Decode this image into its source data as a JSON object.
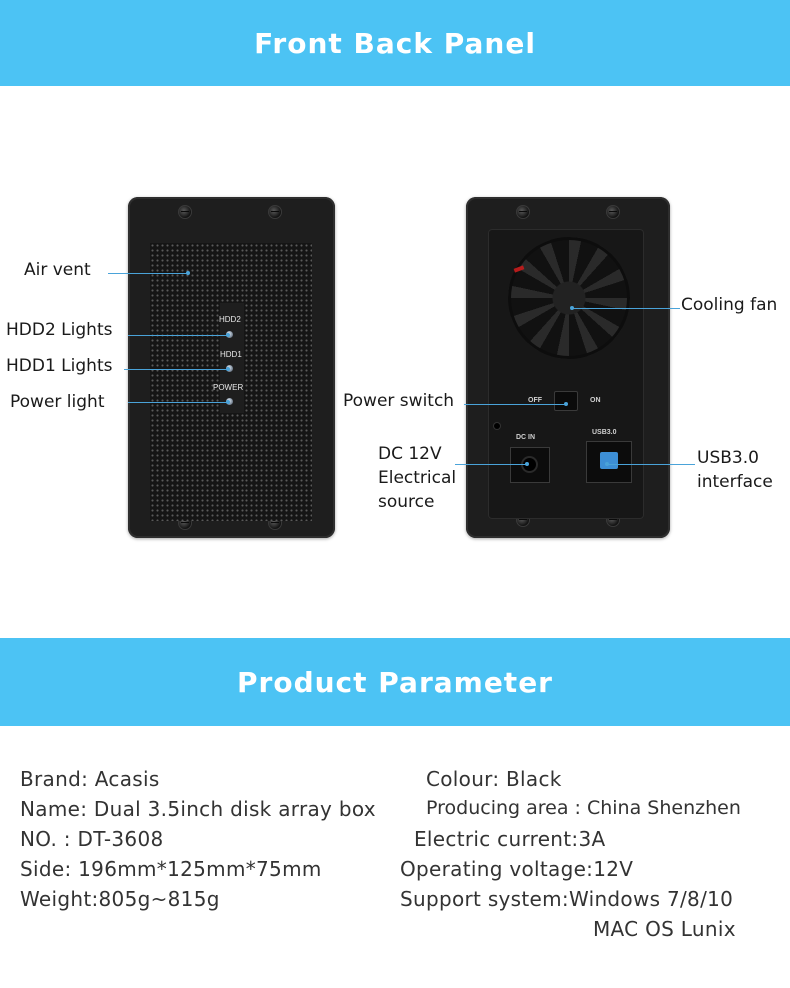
{
  "top_banner": {
    "title": "Front  Back Panel"
  },
  "front_panel": {
    "led_labels": {
      "hdd2": "HDD2",
      "hdd1": "HDD1",
      "power": "POWER"
    },
    "callouts": {
      "air_vent": "Air vent",
      "hdd2_lights": "HDD2 Lights",
      "hdd1_lights": "HDD1 Lights",
      "power_light": "Power light"
    }
  },
  "back_panel": {
    "port_labels": {
      "off": "OFF",
      "on": "ON",
      "dc_in": "DC  IN",
      "usb": "USB3.0"
    },
    "callouts": {
      "cooling_fan": "Cooling fan",
      "power_switch": "Power switch",
      "dc_line1": "DC 12V",
      "dc_line2": "Electrical",
      "dc_line3": "source",
      "usb_line1": "USB3.0",
      "usb_line2": "interface"
    }
  },
  "param_banner": {
    "title": "Product Parameter"
  },
  "parameters": {
    "brand": "Brand: Acasis",
    "colour": "Colour: Black",
    "name": "Name: Dual 3.5inch disk array box",
    "producing_area": "Producing area : China Shenzhen",
    "no": "NO.  : DT-3608",
    "electric_current": "Electric current:3A",
    "side": "Side: 196mm*125mm*75mm",
    "operating_voltage": "Operating voltage:12V",
    "weight": "Weight:805g~815g",
    "support_system": "Support system:Windows 7/8/10",
    "support_system_2": "MAC OS Lunix"
  },
  "colors": {
    "banner": "#4cc3f4",
    "leader": "#4aa3d9",
    "device": "#1e1e1e",
    "usb_port": "#3d8fd6"
  }
}
